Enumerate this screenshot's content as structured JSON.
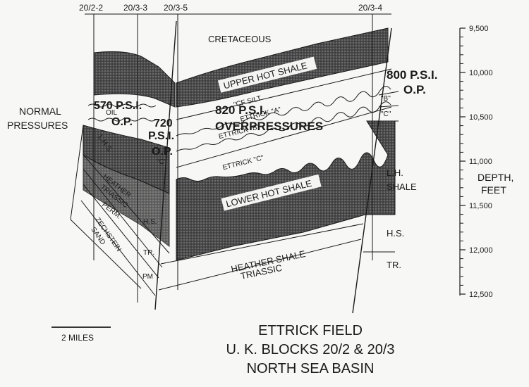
{
  "wells": [
    "20/2-2",
    "20/3-3",
    "20/3-5",
    "20/3-4"
  ],
  "depth_axis": {
    "label_line1": "DEPTH,",
    "label_line2": "FEET",
    "ticks": [
      "9,500",
      "10,000",
      "10,500",
      "11,000",
      "11,500",
      "12,000",
      "12,500"
    ]
  },
  "formations": {
    "cretaceous": "CRETACEOUS",
    "upper_hot_shale": "UPPER HOT SHALE",
    "cf_silt": "\"CF SILT",
    "ettrick_a": "ETTRICK \"A\"",
    "ettrick_b": "ETTRICK \"B\"",
    "ettrick_c": "ETTRICK \"C\"",
    "lower_hot_shale": "LOWER HOT SHALE",
    "heather_shale": "HEATHER SHALE",
    "triassic": "TRIASSIC",
    "lhs_left": "L.H.S.",
    "heather_left": "HEATHER",
    "triassic_left": "TRIASSIC",
    "perm_left": "PERM.",
    "zechstein_line1": "ZECHSTEIN",
    "zechstein_line2": "SAND",
    "hs_mid": "H.S.",
    "tr_mid": "TR.",
    "pm_mid": "PM",
    "c_mid": "\"C\"",
    "lh_line1": "L.H.",
    "lh_line2": "SHALE",
    "hs_right": "H.S.",
    "tr_right": "TR.",
    "b_right": "\"B\"",
    "c_right": "\"C\""
  },
  "annotations": {
    "normal_line1": "NORMAL",
    "normal_line2": "PRESSURES",
    "p570": "570 P.S.I.",
    "oil": "OIL",
    "op_570": "O.P.",
    "p720": "720",
    "psi_720": "P.S.I.",
    "op_720": "O.P.",
    "p820": "820 P.S.I.",
    "overpressures": "OVERPRESSURES",
    "p800": "800 P.S.I.",
    "op_800": "O.P."
  },
  "scale_bar": "2 MILES",
  "title": {
    "line1": "ETTRICK FIELD",
    "line2": "U. K. BLOCKS 20/2 & 20/3",
    "line3": "NORTH SEA BASIN"
  },
  "colors": {
    "ink": "#1a1a1a",
    "shale_fill": "#3a3a3a",
    "label_box": "#f4f4f2",
    "paper": "#f7f7f5"
  }
}
